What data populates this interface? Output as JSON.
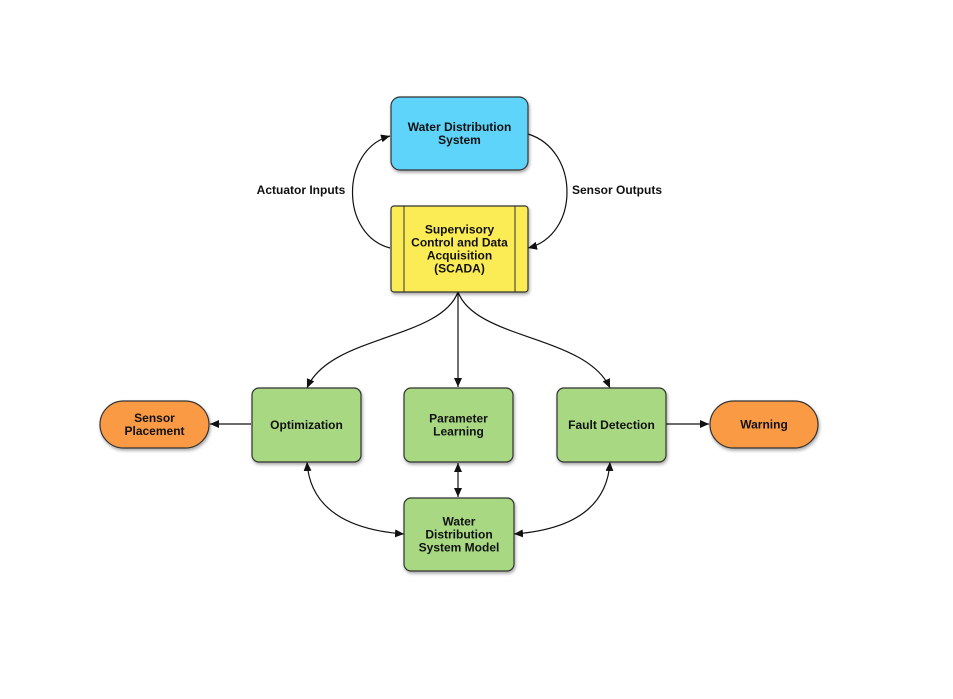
{
  "nodes": {
    "wds": {
      "lines": [
        "Water Distribution",
        "System"
      ],
      "color": "#5fd4fa"
    },
    "scada": {
      "lines": [
        "Supervisory",
        "Control and Data",
        "Acquisition",
        "(SCADA)"
      ],
      "color": "#fbec55"
    },
    "optimization": {
      "lines": [
        "Optimization"
      ],
      "color": "#a8d982"
    },
    "param_learning": {
      "lines": [
        "Parameter",
        "Learning"
      ],
      "color": "#a8d982"
    },
    "fault_detection": {
      "lines": [
        "Fault Detection"
      ],
      "color": "#a8d982"
    },
    "wds_model": {
      "lines": [
        "Water",
        "Distribution",
        "System Model"
      ],
      "color": "#a8d982"
    },
    "sensor_placement": {
      "lines": [
        "Sensor",
        "Placement"
      ],
      "color": "#fb9a44"
    },
    "warning": {
      "lines": [
        "Warning"
      ],
      "color": "#fb9a44"
    }
  },
  "edge_labels": {
    "actuator_inputs": "Actuator Inputs",
    "sensor_outputs": "Sensor Outputs"
  }
}
